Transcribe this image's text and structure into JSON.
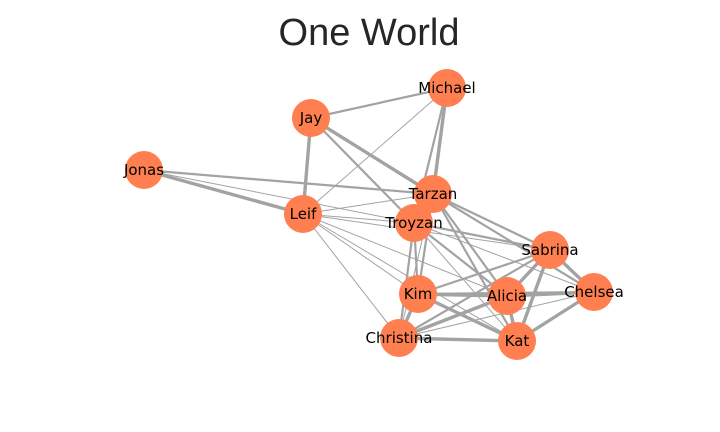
{
  "graph": {
    "title": "One World",
    "node_color": "#ff7f50",
    "edge_color": "#a3a3a3",
    "label_color": "#000000",
    "nodes": [
      {
        "id": "Michael",
        "label": "Michael"
      },
      {
        "id": "Jay",
        "label": "Jay"
      },
      {
        "id": "Jonas",
        "label": "Jonas"
      },
      {
        "id": "Tarzan",
        "label": "Tarzan"
      },
      {
        "id": "Leif",
        "label": "Leif"
      },
      {
        "id": "Troyzan",
        "label": "Troyzan"
      },
      {
        "id": "Sabrina",
        "label": "Sabrina"
      },
      {
        "id": "Chelsea",
        "label": "Chelsea"
      },
      {
        "id": "Kim",
        "label": "Kim"
      },
      {
        "id": "Alicia",
        "label": "Alicia"
      },
      {
        "id": "Christina",
        "label": "Christina"
      },
      {
        "id": "Kat",
        "label": "Kat"
      }
    ],
    "edges": [
      {
        "source": "Jay",
        "target": "Michael",
        "weight": 2
      },
      {
        "source": "Jay",
        "target": "Leif",
        "weight": 3
      },
      {
        "source": "Jay",
        "target": "Tarzan",
        "weight": 3
      },
      {
        "source": "Jay",
        "target": "Troyzan",
        "weight": 2
      },
      {
        "source": "Michael",
        "target": "Tarzan",
        "weight": 3
      },
      {
        "source": "Michael",
        "target": "Troyzan",
        "weight": 2
      },
      {
        "source": "Michael",
        "target": "Leif",
        "weight": 1
      },
      {
        "source": "Jonas",
        "target": "Leif",
        "weight": 3
      },
      {
        "source": "Jonas",
        "target": "Tarzan",
        "weight": 2
      },
      {
        "source": "Jonas",
        "target": "Troyzan",
        "weight": 1
      },
      {
        "source": "Leif",
        "target": "Tarzan",
        "weight": 1
      },
      {
        "source": "Leif",
        "target": "Troyzan",
        "weight": 1
      },
      {
        "source": "Leif",
        "target": "Sabrina",
        "weight": 1
      },
      {
        "source": "Leif",
        "target": "Kim",
        "weight": 1
      },
      {
        "source": "Leif",
        "target": "Alicia",
        "weight": 1
      },
      {
        "source": "Leif",
        "target": "Christina",
        "weight": 1
      },
      {
        "source": "Leif",
        "target": "Kat",
        "weight": 1
      },
      {
        "source": "Tarzan",
        "target": "Troyzan",
        "weight": 3
      },
      {
        "source": "Tarzan",
        "target": "Sabrina",
        "weight": 2
      },
      {
        "source": "Tarzan",
        "target": "Chelsea",
        "weight": 2
      },
      {
        "source": "Tarzan",
        "target": "Kim",
        "weight": 2
      },
      {
        "source": "Tarzan",
        "target": "Alicia",
        "weight": 2
      },
      {
        "source": "Tarzan",
        "target": "Kat",
        "weight": 2
      },
      {
        "source": "Tarzan",
        "target": "Christina",
        "weight": 1
      },
      {
        "source": "Troyzan",
        "target": "Sabrina",
        "weight": 2
      },
      {
        "source": "Troyzan",
        "target": "Kim",
        "weight": 2
      },
      {
        "source": "Troyzan",
        "target": "Alicia",
        "weight": 2
      },
      {
        "source": "Troyzan",
        "target": "Chelsea",
        "weight": 1
      },
      {
        "source": "Troyzan",
        "target": "Christina",
        "weight": 2
      },
      {
        "source": "Troyzan",
        "target": "Kat",
        "weight": 1
      },
      {
        "source": "Sabrina",
        "target": "Chelsea",
        "weight": 3
      },
      {
        "source": "Sabrina",
        "target": "Kim",
        "weight": 2
      },
      {
        "source": "Sabrina",
        "target": "Alicia",
        "weight": 3
      },
      {
        "source": "Sabrina",
        "target": "Kat",
        "weight": 3
      },
      {
        "source": "Sabrina",
        "target": "Christina",
        "weight": 2
      },
      {
        "source": "Chelsea",
        "target": "Alicia",
        "weight": 3
      },
      {
        "source": "Chelsea",
        "target": "Kat",
        "weight": 3
      },
      {
        "source": "Chelsea",
        "target": "Kim",
        "weight": 2
      },
      {
        "source": "Chelsea",
        "target": "Christina",
        "weight": 1
      },
      {
        "source": "Kim",
        "target": "Alicia",
        "weight": 3
      },
      {
        "source": "Kim",
        "target": "Christina",
        "weight": 3
      },
      {
        "source": "Kim",
        "target": "Kat",
        "weight": 3
      },
      {
        "source": "Alicia",
        "target": "Kat",
        "weight": 3
      },
      {
        "source": "Alicia",
        "target": "Christina",
        "weight": 3
      },
      {
        "source": "Christina",
        "target": "Kat",
        "weight": 3
      }
    ]
  }
}
